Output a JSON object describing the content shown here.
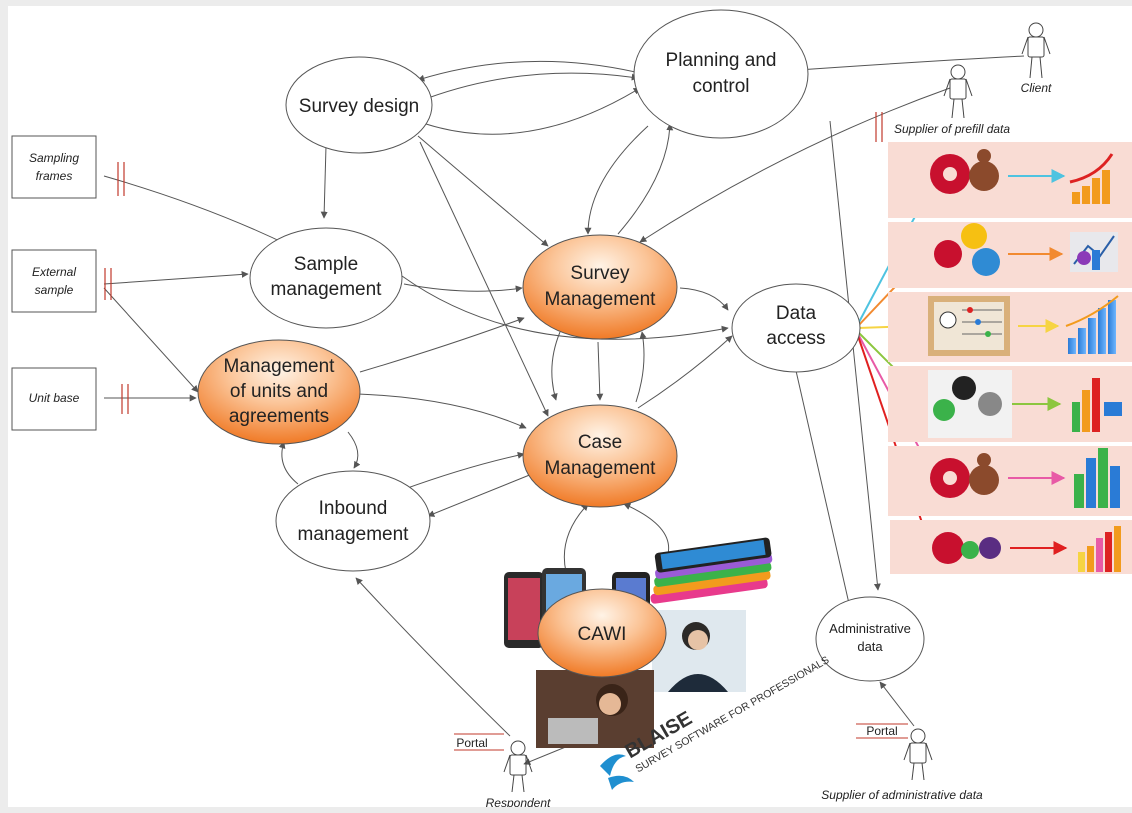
{
  "nodes": {
    "planning": {
      "lines": [
        "Planning and",
        "control"
      ]
    },
    "survey_design": {
      "lines": [
        "Survey design"
      ]
    },
    "sample_mgmt": {
      "lines": [
        "Sample",
        "management"
      ]
    },
    "survey_mgmt": {
      "lines": [
        "Survey",
        "Management"
      ]
    },
    "data_access": {
      "lines": [
        "Data",
        "access"
      ]
    },
    "units_mgmt": {
      "lines": [
        "Management",
        "of units and",
        "agreements"
      ]
    },
    "case_mgmt": {
      "lines": [
        "Case",
        "Management"
      ]
    },
    "inbound_mgmt": {
      "lines": [
        "Inbound",
        "management"
      ]
    },
    "cawi": {
      "lines": [
        "CAWI"
      ]
    },
    "admin_data": {
      "lines": [
        "Administrative",
        "data"
      ]
    }
  },
  "sources": {
    "sampling_frames": [
      "Sampling",
      "frames"
    ],
    "external_sample": [
      "External",
      "sample"
    ],
    "unit_base": [
      "Unit base"
    ]
  },
  "actors": {
    "client": "Client",
    "supplier_prefill": "Supplier of prefill data",
    "respondent": "Respondent",
    "supplier_admin": "Supplier of administrative data"
  },
  "portals": {
    "respondent_portal": "Portal",
    "admin_portal": "Portal"
  },
  "blaise": {
    "name": "BLAISE",
    "tagline": "SURVEY SOFTWARE FOR PROFESSIONALS"
  },
  "colors": {
    "orange_light": "#fde3cf",
    "orange_dark": "#f47f2a",
    "tile_bg": "#f9dcd4",
    "arrow_cyan": "#4ec3e0",
    "arrow_orange": "#f28a30",
    "arrow_yellow": "#f6d443",
    "arrow_green": "#8cc63f",
    "arrow_pink": "#e85aa6",
    "arrow_red": "#e02020"
  },
  "icons": [
    "gears-to-chart-icon",
    "gears-to-chart-icon",
    "abacus-to-chart-icon",
    "gears-to-chart-icon",
    "gears-to-chart-icon",
    "gears-to-chart-icon"
  ]
}
